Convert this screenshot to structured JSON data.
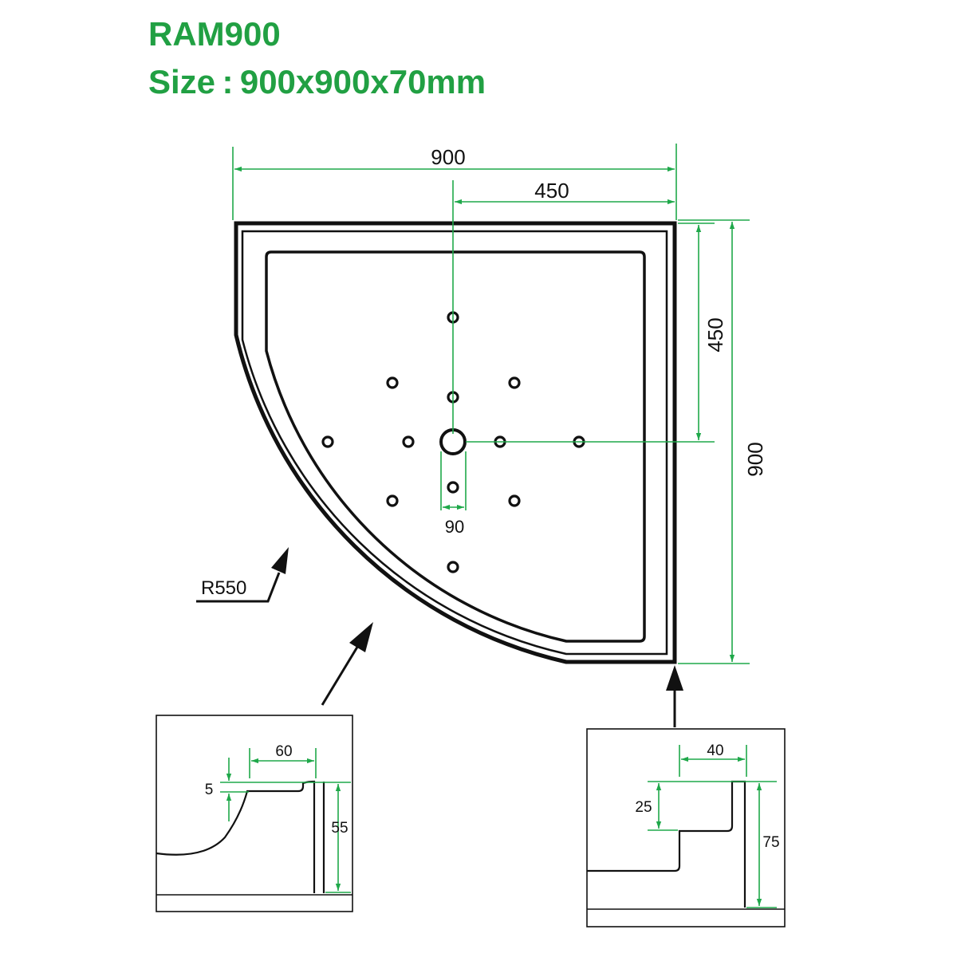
{
  "header": {
    "model": "RAM900",
    "size": "Size : 900x900x70mm"
  },
  "colors": {
    "title": "#21a043",
    "dimension_line": "#1fa84a",
    "outline": "#111111"
  },
  "plan": {
    "width_overall": "900",
    "width_half": "450",
    "height_half": "450",
    "height_overall": "900",
    "drain_diameter": "90",
    "radius": "R550"
  },
  "detail_left": {
    "width": "60",
    "step": "5",
    "height": "55"
  },
  "detail_right": {
    "width": "40",
    "step": "25",
    "height": "75"
  }
}
